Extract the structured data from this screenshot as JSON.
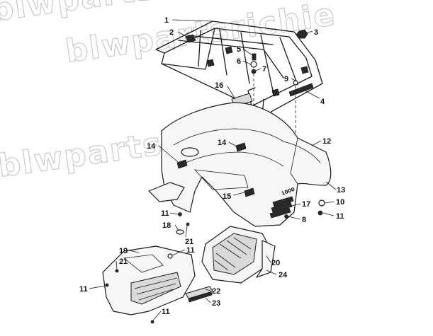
{
  "watermark": "blwpartsrichie",
  "hood_decal": "1000",
  "callouts": [
    {
      "id": "c1",
      "label": "1"
    },
    {
      "id": "c2",
      "label": "2"
    },
    {
      "id": "c3",
      "label": "3"
    },
    {
      "id": "c4",
      "label": "4"
    },
    {
      "id": "c5",
      "label": "5"
    },
    {
      "id": "c6",
      "label": "6"
    },
    {
      "id": "c7",
      "label": "7"
    },
    {
      "id": "c8",
      "label": "8"
    },
    {
      "id": "c9",
      "label": "9"
    },
    {
      "id": "c10",
      "label": "10"
    },
    {
      "id": "c11a",
      "label": "11"
    },
    {
      "id": "c11b",
      "label": "11"
    },
    {
      "id": "c11c",
      "label": "11"
    },
    {
      "id": "c11d",
      "label": "11"
    },
    {
      "id": "c11e",
      "label": "11"
    },
    {
      "id": "c12",
      "label": "12"
    },
    {
      "id": "c13",
      "label": "13"
    },
    {
      "id": "c14a",
      "label": "14"
    },
    {
      "id": "c14b",
      "label": "14"
    },
    {
      "id": "c15",
      "label": "15"
    },
    {
      "id": "c16",
      "label": "16"
    },
    {
      "id": "c17",
      "label": "17"
    },
    {
      "id": "c18",
      "label": "18"
    },
    {
      "id": "c19",
      "label": "19"
    },
    {
      "id": "c20",
      "label": "20"
    },
    {
      "id": "c21a",
      "label": "21"
    },
    {
      "id": "c21b",
      "label": "21"
    },
    {
      "id": "c22",
      "label": "22"
    },
    {
      "id": "c23",
      "label": "23"
    },
    {
      "id": "c24",
      "label": "24"
    }
  ]
}
